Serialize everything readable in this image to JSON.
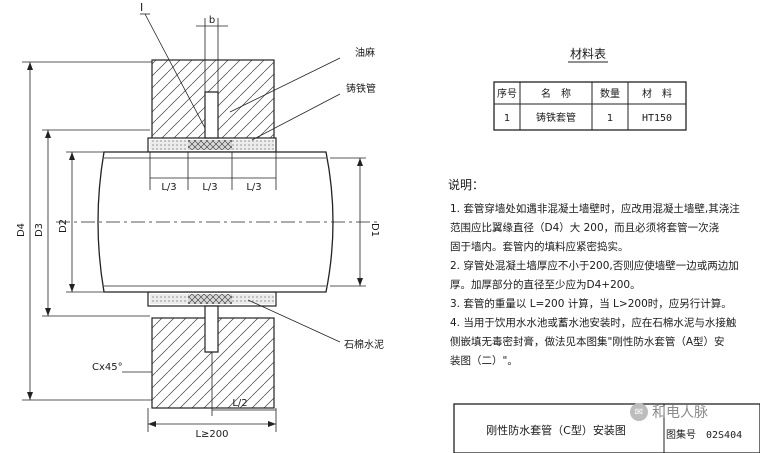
{
  "drawing": {
    "labels": {
      "detail_mark": "I",
      "dim_b": "b",
      "oil_hemp": "油麻",
      "cast_iron_pipe": "铸铁管",
      "asbestos_cement": "石棉水泥",
      "third_left": "L/3",
      "third_mid": "L/3",
      "third_right": "L/3",
      "D4": "D4",
      "D3": "D3",
      "D2": "D2",
      "D1": "D1",
      "chamfer": "Cx45°",
      "half_length": "L/2",
      "min_length": "L≥200"
    }
  },
  "material_table": {
    "title": "材料表",
    "headers": [
      "序号",
      "名　称",
      "数量",
      "材　料"
    ],
    "rows": [
      [
        "1",
        "铸铁套管",
        "1",
        "HT150"
      ]
    ]
  },
  "notes": {
    "title": "说明：",
    "lines": [
      "1. 套管穿墙处如遇非混凝土墙壁时，应改用混凝土墙壁,其浇注",
      "   范围应比翼缘直径（D4）大 200，而且必须将套管一次浇",
      "   固于墙内。套管内的填料应紧密捣实。",
      "2. 穿管处混凝土墙厚应不小于200,否则应使墙壁一边或两边加",
      "   厚。加厚部分的直径至少应为D4+200。",
      "3. 套管的重量以 L=200 计算，当 L>200时，应另行计算。",
      "4. 当用于饮用水水池或蓄水池安装时，应在石棉水泥与水接触",
      "   侧嵌填无毒密封膏，做法见本图集\"刚性防水套管（A型）安",
      "   装图（二）\"。"
    ]
  },
  "title_block": {
    "title": "刚性防水套管（C型）安装图",
    "atlas_label": "图集号",
    "atlas_no": "02S404"
  },
  "watermark": {
    "text": "和电人脉"
  }
}
